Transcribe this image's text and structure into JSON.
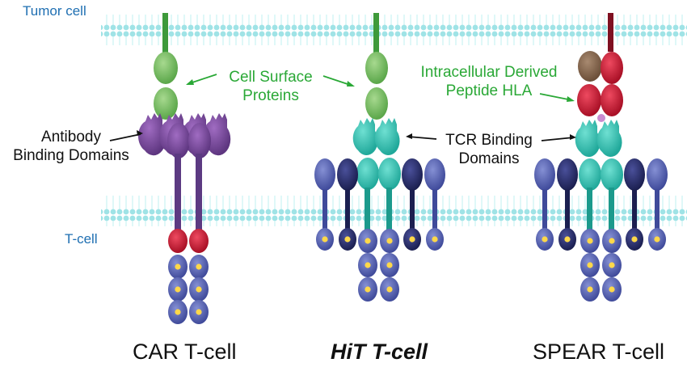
{
  "labels": {
    "tumor_cell": "Tumor cell",
    "t_cell": "T-cell",
    "cell_surface_1": "Cell Surface",
    "cell_surface_2": "Proteins",
    "antibody_1": "Antibody",
    "antibody_2": "Binding Domains",
    "tcr_1": "TCR Binding",
    "tcr_2": "Domains",
    "intracellular_1": "Intracellular Derived",
    "intracellular_2": "Peptide HLA"
  },
  "titles": {
    "car": "CAR T-cell",
    "hit": "HiT T-cell",
    "spear": "SPEAR T-cell"
  },
  "colors": {
    "membrane_label": "#1f6fb2",
    "annotation_green": "#2aa836",
    "membrane": "#bfeef0",
    "cell_surface_protein": "#7dc26a",
    "antibody_domain": "#7e4d9e",
    "tcr_domain": "#3cc7b5",
    "cd3_domain": "#5864b5",
    "cd3_dark": "#2b2f6e",
    "signaling_dot": "#ffd84a",
    "costim_red": "#d4213a",
    "hla_red": "#c4112d",
    "hla_brown": "#8b6a4f",
    "peptide": "#c98bd0"
  }
}
